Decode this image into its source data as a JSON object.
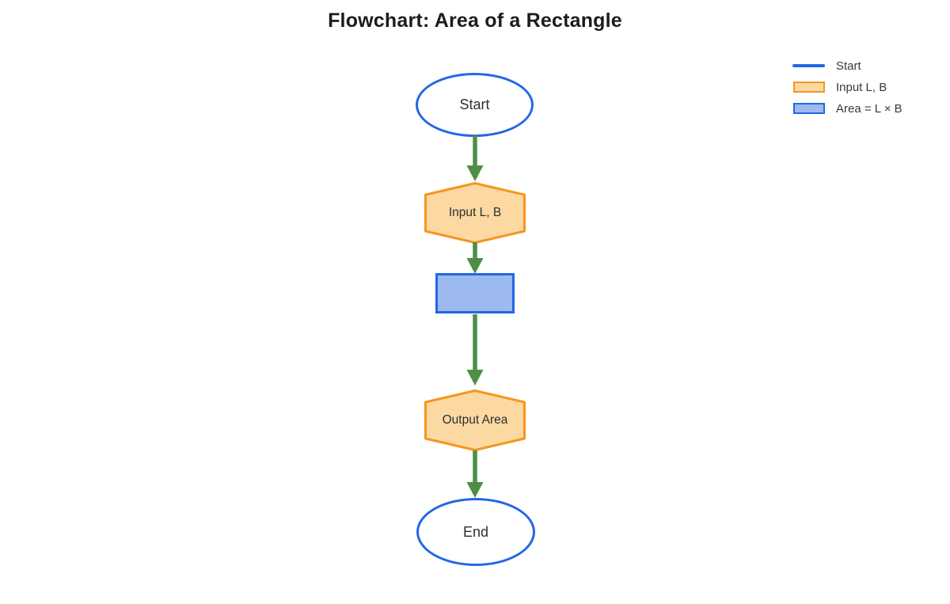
{
  "title": "Flowchart: Area of a Rectangle",
  "legend": {
    "items": [
      {
        "label": "Start",
        "swatch": "blue-line"
      },
      {
        "label": "Input L, B",
        "swatch": "orange-rect"
      },
      {
        "label": "Area = L × B",
        "swatch": "blue-rect"
      }
    ]
  },
  "nodes": {
    "start": {
      "type": "ellipse",
      "label": "Start"
    },
    "input": {
      "type": "hexagon",
      "label": "Input L, B"
    },
    "area": {
      "type": "rect",
      "label": ""
    },
    "output": {
      "type": "hexagon",
      "label": "Output Area"
    },
    "end": {
      "type": "ellipse",
      "label": "End"
    }
  },
  "edges": [
    {
      "from": "start",
      "to": "input"
    },
    {
      "from": "input",
      "to": "area"
    },
    {
      "from": "area",
      "to": "output"
    },
    {
      "from": "output",
      "to": "end"
    }
  ],
  "colors": {
    "blue": "#2267e6",
    "blue-fill": "#9cbaf0",
    "orange": "#f6961d",
    "orange-fill": "#fcd9a3",
    "green": "#4b9043",
    "title-text": "#1c1c1c",
    "node-text": "#2e2e2e"
  }
}
